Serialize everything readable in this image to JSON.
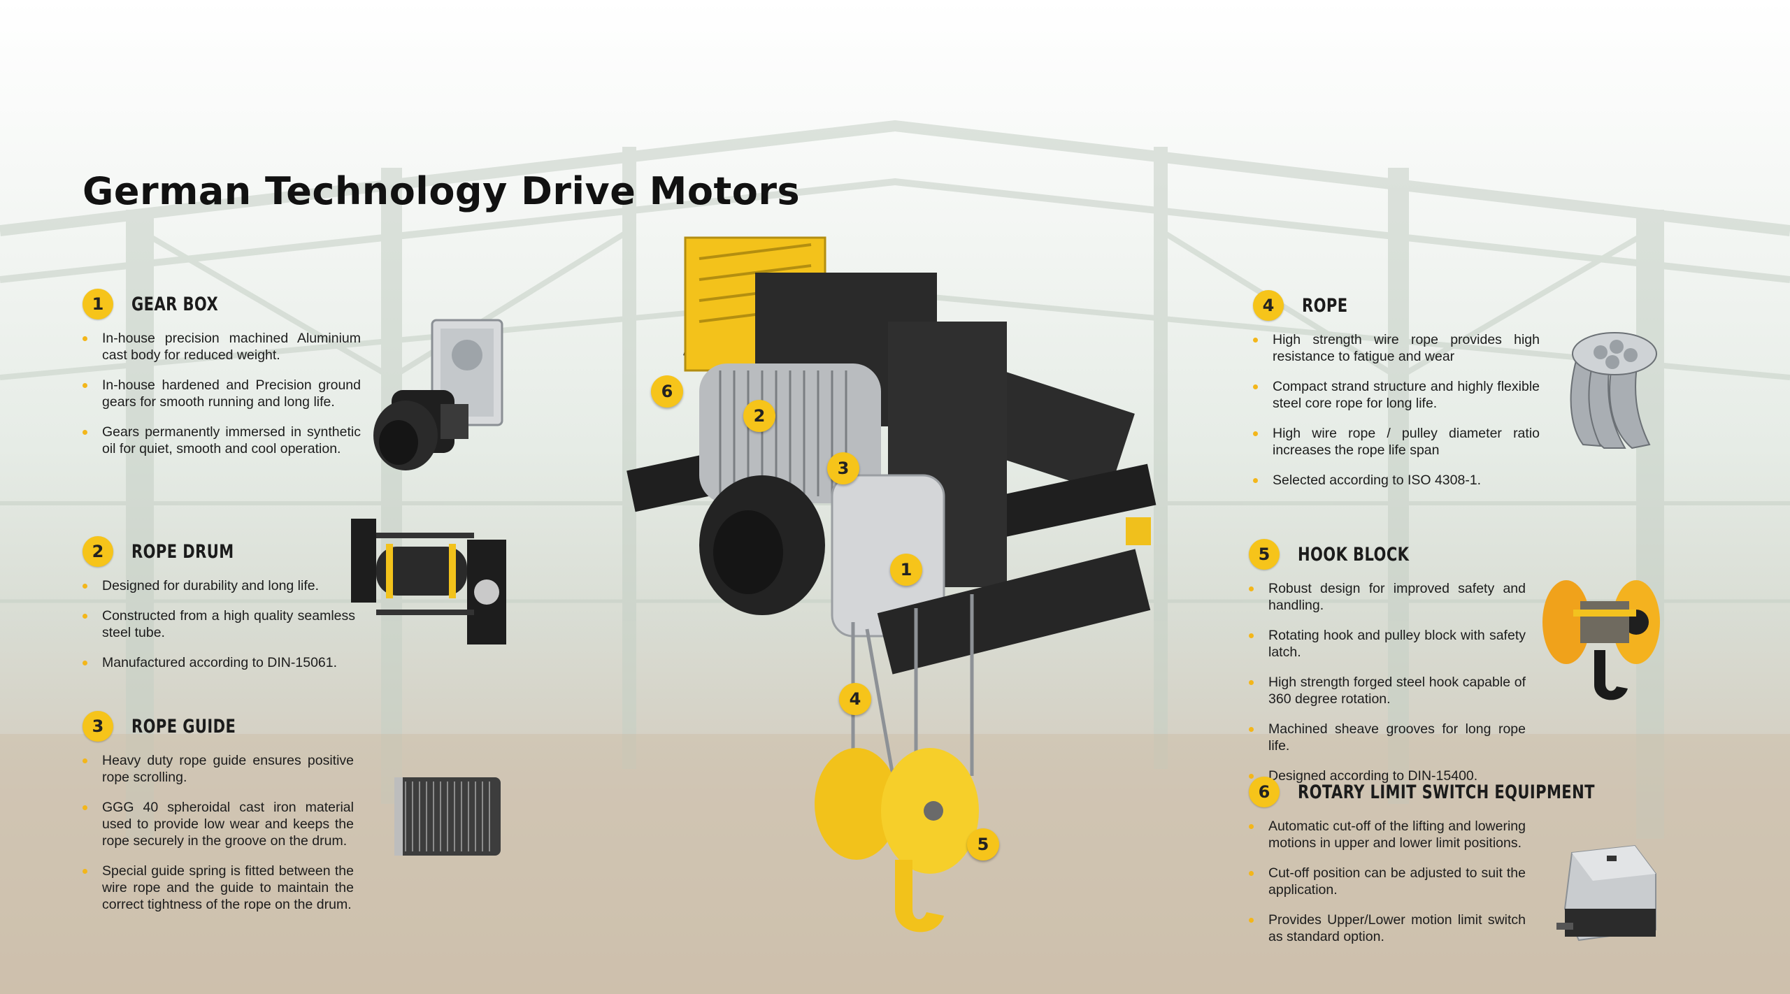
{
  "title": "German Technology Drive Motors",
  "colors": {
    "accent": "#f6c41a",
    "bullet": "#f3b61a",
    "machine_body": "#2c2c2c"
  },
  "sections": [
    {
      "number": "1",
      "heading": "GEAR BOX",
      "bullets": [
        "In-house precision machined Aluminium cast body for reduced weight.",
        "In-house hardened and Precision ground gears for smooth running and long life.",
        "Gears permanently immersed in synthetic oil for quiet, smooth and cool operation."
      ]
    },
    {
      "number": "2",
      "heading": "ROPE DRUM",
      "bullets": [
        "Designed for durability and long life.",
        "Constructed from a high quality seamless steel tube.",
        "Manufactured according to DIN-15061."
      ]
    },
    {
      "number": "3",
      "heading": "ROPE GUIDE",
      "bullets": [
        "Heavy duty rope guide ensures positive rope scrolling.",
        "GGG 40 spheroidal cast iron material used to provide low wear and keeps the rope securely in the groove on the drum.",
        "Special guide spring is fitted between the wire rope and the guide to maintain the correct tightness of the rope on the drum."
      ]
    },
    {
      "number": "4",
      "heading": "ROPE",
      "bullets": [
        "High strength wire rope provides high resistance to fatigue and wear",
        "Compact strand structure and highly flexible steel core rope for long life.",
        "High wire rope / pulley diameter ratio increases the rope life span",
        "Selected according to ISO 4308-1."
      ]
    },
    {
      "number": "5",
      "heading": "HOOK BLOCK",
      "bullets": [
        "Robust design for improved safety and handling.",
        "Rotating hook and pulley block with safety latch.",
        "High strength forged steel hook capable of 360 degree rotation.",
        "Machined sheave grooves for long rope life.",
        "Designed according to DIN-15400."
      ]
    },
    {
      "number": "6",
      "heading": "ROTARY LIMIT SWITCH EQUIPMENT",
      "bullets": [
        "Automatic cut-off of the lifting and lowering motions in upper and lower limit positions.",
        "Cut-off position can be adjusted to suit the application.",
        "Provides Upper/Lower motion limit switch as standard option."
      ]
    }
  ],
  "callouts": [
    "1",
    "2",
    "3",
    "4",
    "5",
    "6"
  ],
  "icons": [
    "gearbox-motor-icon",
    "rope-drum-icon",
    "rope-guide-icon",
    "wire-rope-icon",
    "hook-block-icon",
    "limit-switch-icon",
    "hoist-machine-icon"
  ]
}
